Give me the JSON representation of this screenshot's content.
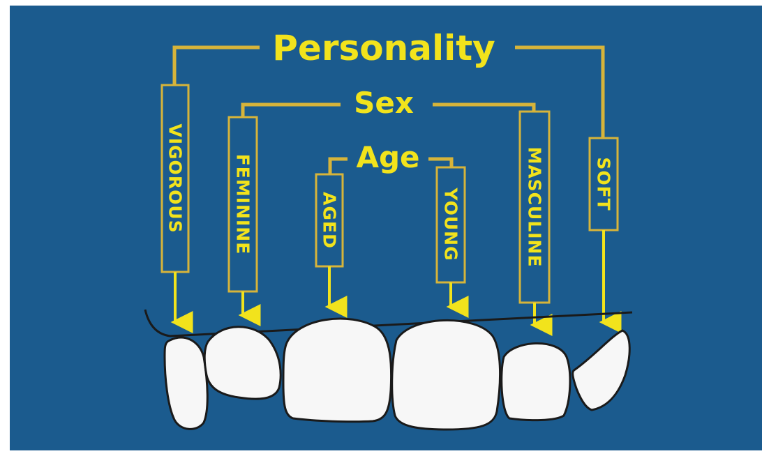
{
  "colors": {
    "background": "#1b5b8e",
    "frame": "#ffffff",
    "accent_yellow": "#f2e31c",
    "line_gold": "#d7b43a",
    "tooth_fill": "#f7f7f7",
    "tooth_outline": "#1a1a1a"
  },
  "headings": {
    "personality": "Personality",
    "sex": "Sex",
    "age": "Age"
  },
  "labels": {
    "vigorous": "VIGOROUS",
    "feminine": "FEMININE",
    "aged": "AGED",
    "young": "YOUNG",
    "masculine": "MASCULINE",
    "soft": "SOFT"
  }
}
